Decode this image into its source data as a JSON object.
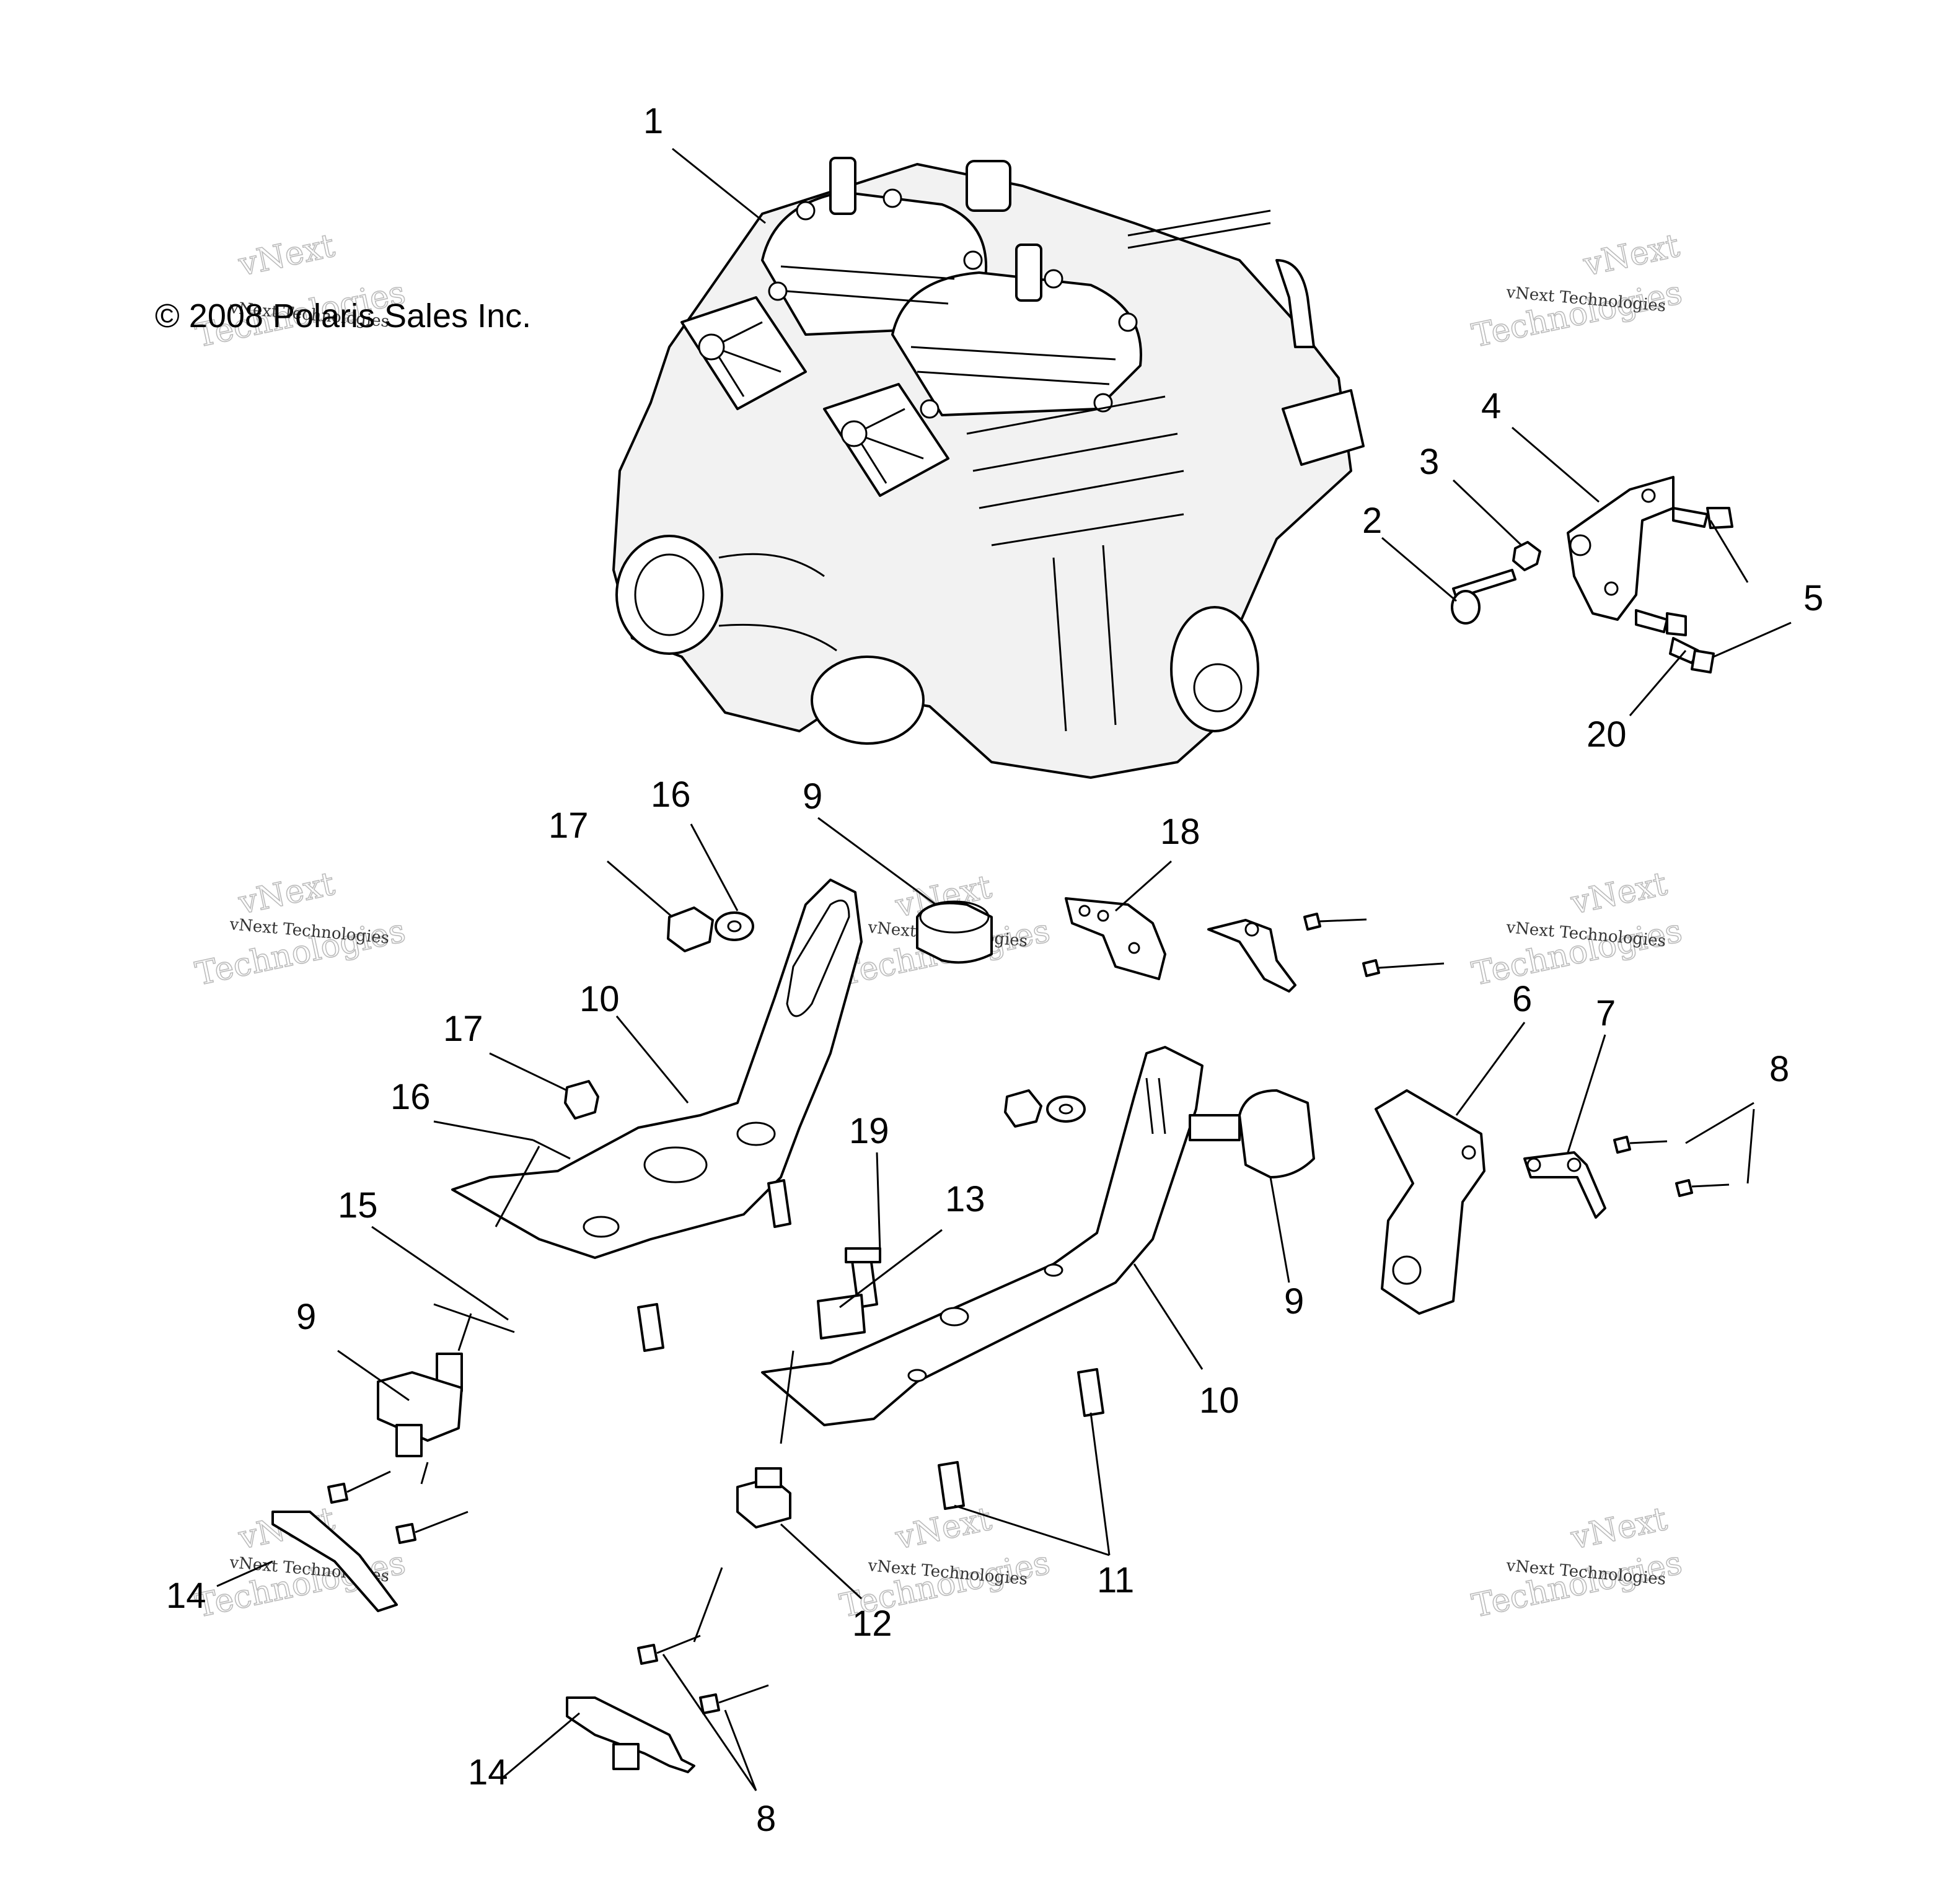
{
  "copyright": "© 2008 Polaris Sales Inc.",
  "watermark": {
    "line1": "vNext Technologies",
    "big1": "vNext",
    "big2": "Technologies"
  },
  "callouts": {
    "c1": "1",
    "c2": "2",
    "c3": "3",
    "c4": "4",
    "c5": "5",
    "c20": "20",
    "c17a": "17",
    "c16a": "16",
    "c9a": "9",
    "c18": "18",
    "c17b": "17",
    "c16b": "16",
    "c10a": "10",
    "c6": "6",
    "c7": "7",
    "c8a": "8",
    "c19": "19",
    "c13": "13",
    "c15": "15",
    "c9b": "9",
    "c9c": "9",
    "c10b": "10",
    "c11": "11",
    "c12": "12",
    "c14a": "14",
    "c14b": "14",
    "c8b": "8"
  }
}
